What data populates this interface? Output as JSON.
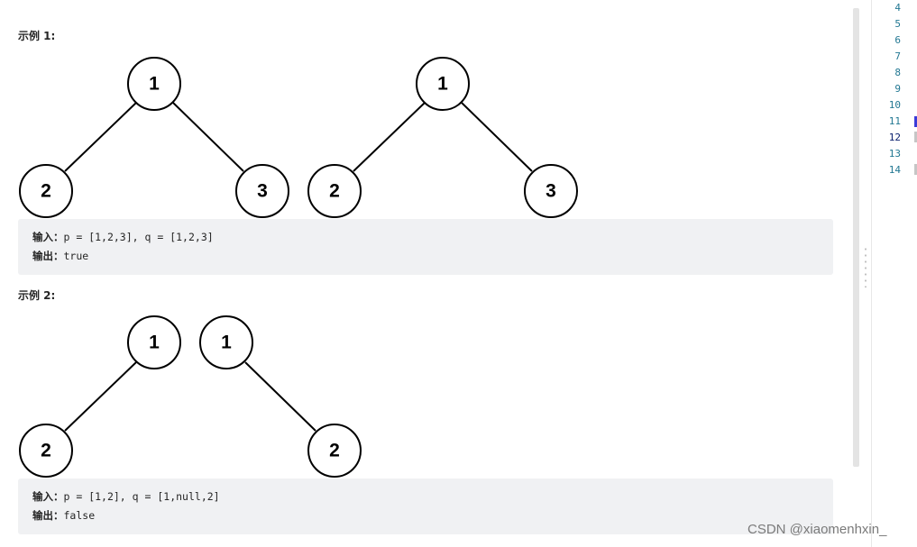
{
  "examples": [
    {
      "heading": "示例 1:",
      "trees": [
        {
          "nodes": [
            "1",
            "2",
            "3"
          ]
        },
        {
          "nodes": [
            "1",
            "2",
            "3"
          ]
        }
      ],
      "input_label": "输入：",
      "input_value": "p = [1,2,3], q = [1,2,3]",
      "output_label": "输出：",
      "output_value": "true"
    },
    {
      "heading": "示例 2:",
      "trees": [
        {
          "nodes": [
            "1",
            "2"
          ]
        },
        {
          "nodes": [
            "1",
            "2"
          ]
        }
      ],
      "input_label": "输入：",
      "input_value": "p = [1,2], q = [1,null,2]",
      "output_label": "输出：",
      "output_value": "false"
    }
  ],
  "editor": {
    "line_numbers": [
      "4",
      "5",
      "6",
      "7",
      "8",
      "9",
      "10",
      "11",
      "12",
      "13",
      "14"
    ],
    "active_line": "12"
  },
  "watermark": "CSDN @xiaomenhxin_"
}
